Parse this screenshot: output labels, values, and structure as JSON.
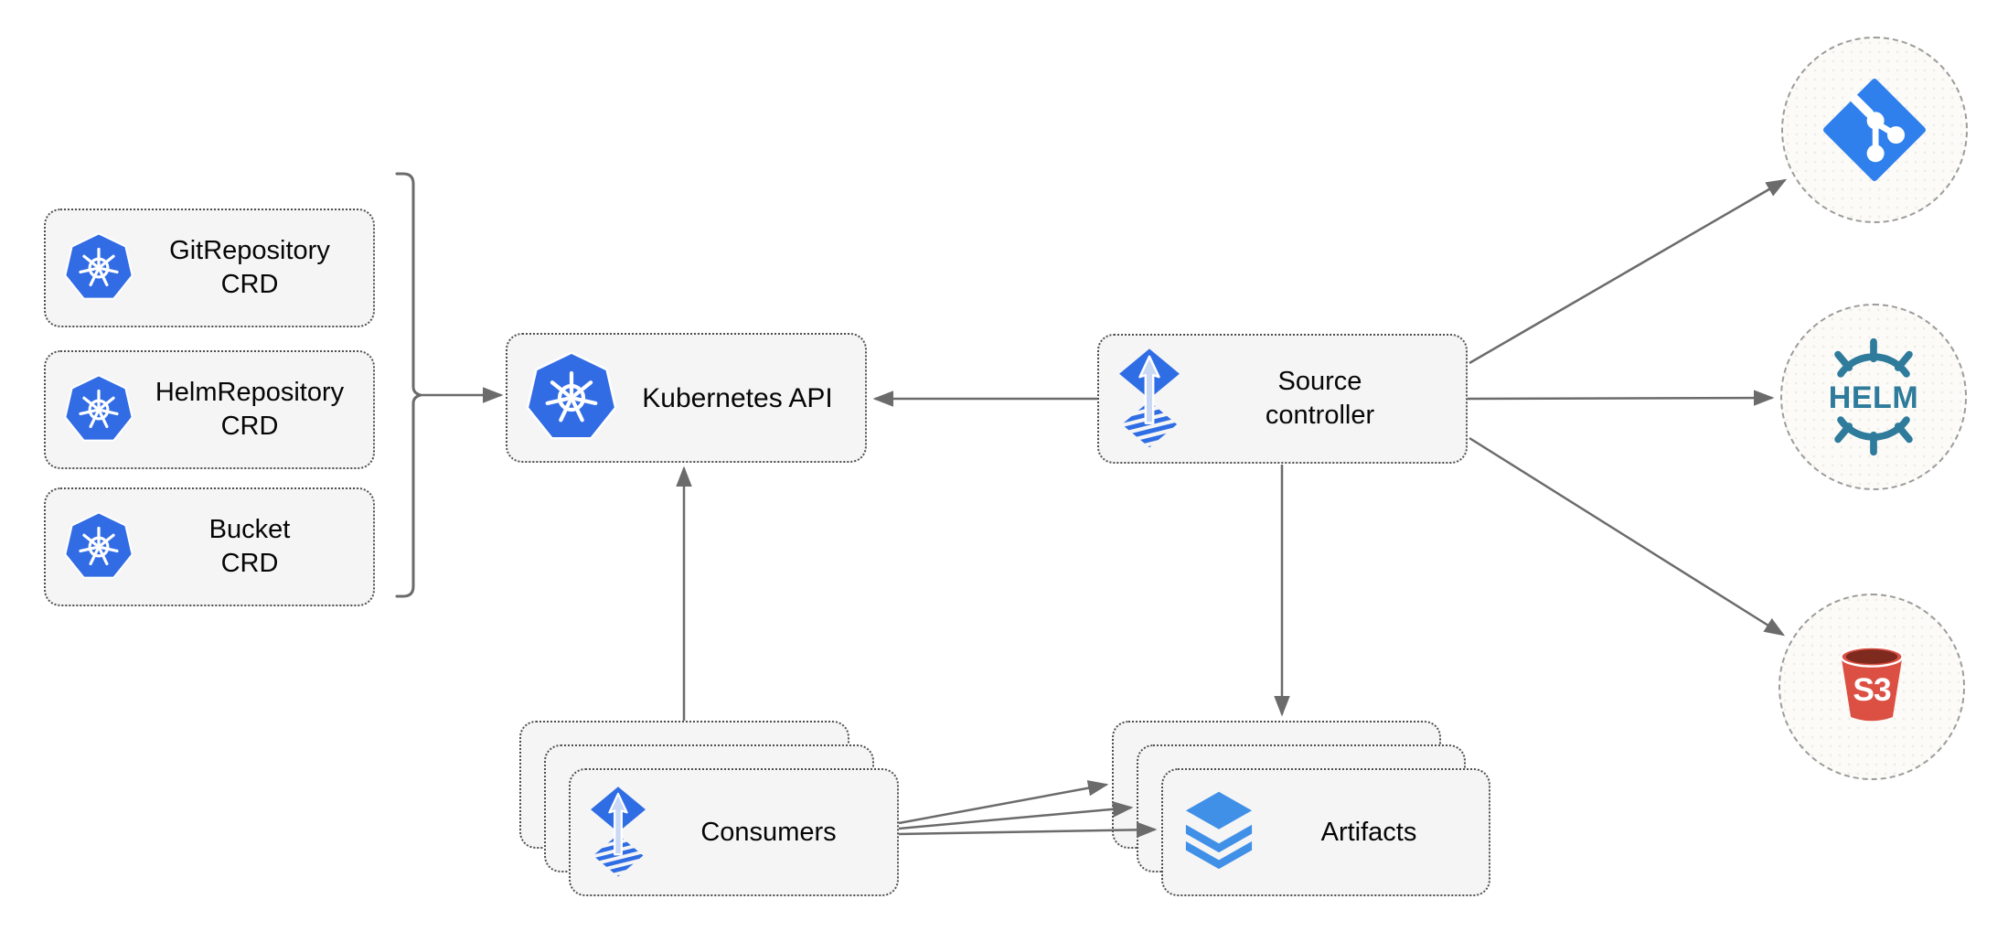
{
  "nodes": {
    "crds": [
      {
        "title": "GitRepository",
        "subtitle": "CRD",
        "icon": "kubernetes-icon"
      },
      {
        "title": "HelmRepository",
        "subtitle": "CRD",
        "icon": "kubernetes-icon"
      },
      {
        "title": "Bucket",
        "subtitle": "CRD",
        "icon": "kubernetes-icon"
      }
    ],
    "kubernetes_api": {
      "label": "Kubernetes API",
      "icon": "kubernetes-icon"
    },
    "source_controller": {
      "line1": "Source",
      "line2": "controller",
      "icon": "flux-icon"
    },
    "consumers": {
      "label": "Consumers",
      "icon": "flux-icon",
      "stack_count": 3
    },
    "artifacts": {
      "label": "Artifacts",
      "icon": "layers-icon",
      "stack_count": 3
    }
  },
  "externals": {
    "git": {
      "icon": "git-icon"
    },
    "helm": {
      "icon": "helm-icon",
      "label": "HELM"
    },
    "s3": {
      "icon": "s3-bucket-icon",
      "label": "S3"
    }
  },
  "colors": {
    "kubernetes_blue": "#326CE5",
    "flux_blue": "#2F6DE4",
    "flux_arrow_light": "#C9D8F5",
    "layers_blue": "#4090E8",
    "git_blue": "#2F80ED",
    "helm_teal": "#2E7B9C",
    "s3_red": "#DC5044",
    "s3_dark": "#7E2A1E",
    "connector_gray": "#6B6B6B",
    "node_fill": "#F5F5F5",
    "node_border_dotted": "#4F4F4F",
    "circle_border_dashed": "#9C9C9C"
  }
}
